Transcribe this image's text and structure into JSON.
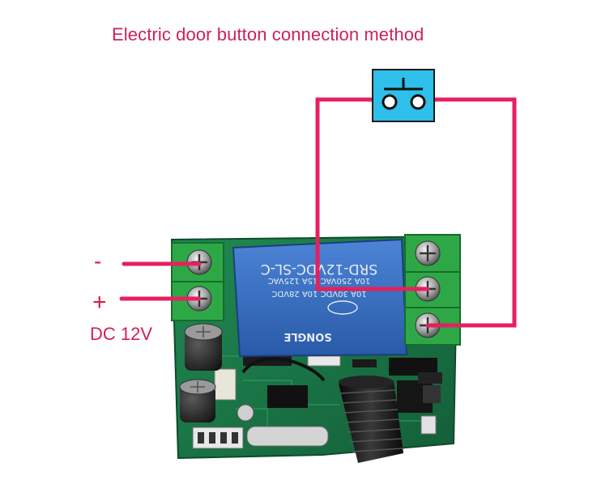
{
  "title": "Electric door button connection method",
  "power": {
    "minus_symbol": "-",
    "plus_symbol": "+",
    "voltage_label": "DC 12V"
  },
  "relay": {
    "line1": "SRD-12VDC-SL-C",
    "line2": "10A 250VAC 15A 125VAC",
    "line3": "10A 30VDC 10A 28VDC",
    "brand": "SONGLE"
  },
  "colors": {
    "wire": "#e6205f",
    "title": "#cc1f5c",
    "button_fill": "#2ebfea",
    "pcb": "#1f7e4a",
    "relay": "#2f63b6",
    "terminal": "#28a843"
  },
  "icons": {
    "push_button": "push-button-switch-icon"
  }
}
